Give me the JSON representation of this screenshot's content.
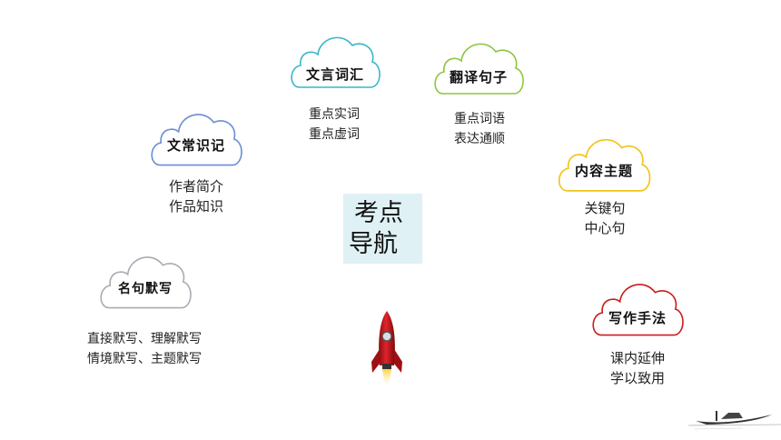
{
  "center": {
    "line1": "考点",
    "line2": "导航"
  },
  "topics": [
    {
      "id": "wenyan",
      "title": "文言词汇",
      "color": "#39b5c9",
      "desc": [
        "重点实词",
        "重点虚词"
      ]
    },
    {
      "id": "fanyi",
      "title": "翻译句子",
      "color": "#8cc63e",
      "desc": [
        "重点词语",
        "表达通顺"
      ]
    },
    {
      "id": "wenchang",
      "title": "文常识记",
      "color": "#6b8fd4",
      "desc": [
        "作者简介",
        "作品知识"
      ]
    },
    {
      "id": "neirong",
      "title": "内容主题",
      "color": "#f3c319",
      "desc": [
        "关键句",
        "中心句"
      ]
    },
    {
      "id": "mingju",
      "title": "名句默写",
      "color": "#a9acb2",
      "desc": [
        "直接默写、理解默写",
        "情境默写、主题默写"
      ]
    },
    {
      "id": "xiezuo",
      "title": "写作手法",
      "color": "#c81e1e",
      "desc": [
        "课内延伸",
        "学以致用"
      ]
    }
  ],
  "icons": {
    "rocket": "rocket-icon",
    "boat": "boat-icon"
  }
}
